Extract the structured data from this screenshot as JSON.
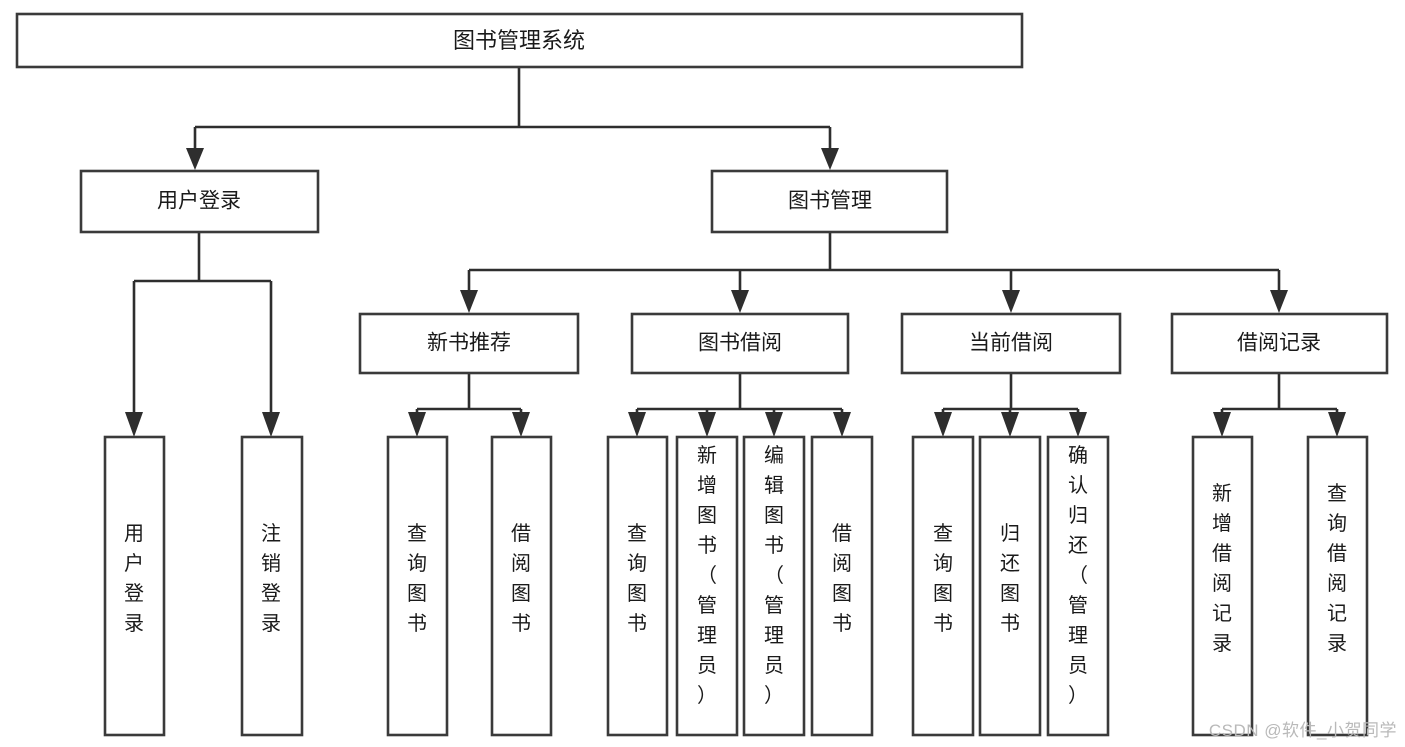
{
  "diagram": {
    "title": "图书管理系统",
    "type": "tree",
    "root": {
      "label": "图书管理系统"
    },
    "level2": [
      {
        "label": "用户登录"
      },
      {
        "label": "图书管理"
      }
    ],
    "level3": [
      {
        "label": "新书推荐"
      },
      {
        "label": "图书借阅"
      },
      {
        "label": "当前借阅"
      },
      {
        "label": "借阅记录"
      }
    ],
    "leaves": {
      "user_login": [
        {
          "label": "用户登录"
        },
        {
          "label": "注销登录"
        }
      ],
      "new_book_recommend": [
        {
          "label": "查询图书"
        },
        {
          "label": "借阅图书"
        }
      ],
      "book_borrow": [
        {
          "label": "查询图书"
        },
        {
          "label": "新增图书（管理员）"
        },
        {
          "label": "编辑图书（管理员）"
        },
        {
          "label": "借阅图书"
        }
      ],
      "current_borrow": [
        {
          "label": "查询图书"
        },
        {
          "label": "归还图书"
        },
        {
          "label": "确认归还（管理员）"
        }
      ],
      "borrow_record": [
        {
          "label": "新增借阅记录"
        },
        {
          "label": "查询借阅记录"
        }
      ]
    }
  },
  "watermark": {
    "text": "CSDN @软件_小贺同学"
  },
  "colors": {
    "background": "#ffffff",
    "box_fill": "#ffffff",
    "box_stroke": "#3a3a3a",
    "connector": "#2e2e2e",
    "text": "#1a1a1a",
    "watermark": "#b9b9b9"
  }
}
